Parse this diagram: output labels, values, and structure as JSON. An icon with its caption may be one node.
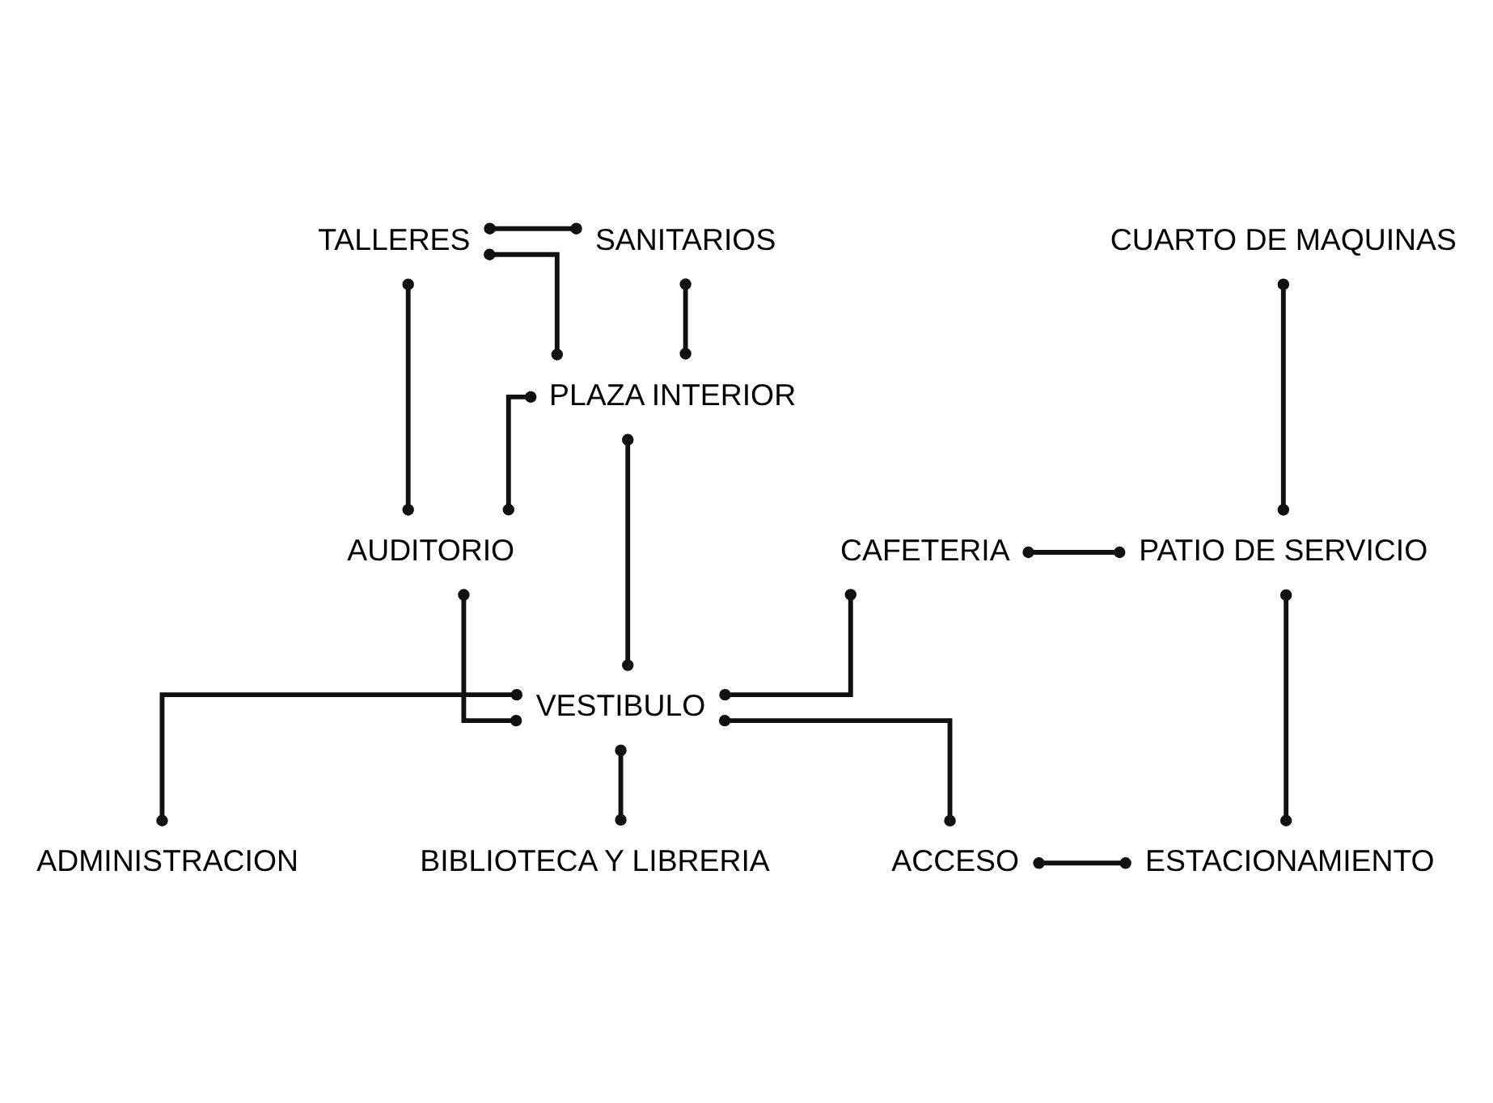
{
  "diagram": {
    "nodes": [
      {
        "text": [
          "TALLERES"
        ]
      },
      {
        "text": [
          "SANITARIOS"
        ]
      },
      {
        "text": [
          "CUARTO DE MAQUINAS"
        ]
      },
      {
        "text": [
          "PLAZA INTERIOR"
        ]
      },
      {
        "text": [
          "AUDITORIO"
        ]
      },
      {
        "text": [
          "VESTIBULO"
        ]
      },
      {
        "text": [
          "CAFETERIA"
        ]
      },
      {
        "text": [
          "PATIO DE SERVICIO"
        ]
      },
      {
        "text": [
          "ADMINISTRACION"
        ]
      },
      {
        "text": [
          "BIBLIOTECA Y LIBRERIA"
        ]
      },
      {
        "text": [
          "ACCESO"
        ]
      },
      {
        "text": [
          "ESTACIONAMIENTO"
        ]
      }
    ],
    "edges": [
      {
        "from": 4,
        "to": 0,
        "arrow": "other"
      },
      {
        "from": 0,
        "to": 1,
        "arrow": "other"
      },
      {
        "from": 0,
        "to": 3,
        "arrow": "other"
      },
      {
        "from": 1,
        "to": 3,
        "arrow": "other"
      },
      {
        "from": 3,
        "to": 4,
        "arrow": "other"
      },
      {
        "from": 3,
        "to": 5,
        "arrow": "other"
      },
      {
        "from": 4,
        "to": 5,
        "arrow": "other"
      },
      {
        "from": 5,
        "to": 6,
        "arrow": "other"
      },
      {
        "from": 6,
        "to": 7,
        "arrow": "other"
      },
      {
        "from": 2,
        "to": 7,
        "arrow": "other"
      },
      {
        "from": 8,
        "to": 5,
        "arrow": "other"
      },
      {
        "from": 5,
        "to": 9,
        "arrow": "other"
      },
      {
        "from": 5,
        "to": 10,
        "arrow": "other"
      },
      {
        "from": 7,
        "to": 11,
        "arrow": "other"
      },
      {
        "from": 10,
        "to": 11,
        "arrow": "other"
      }
    ]
  }
}
